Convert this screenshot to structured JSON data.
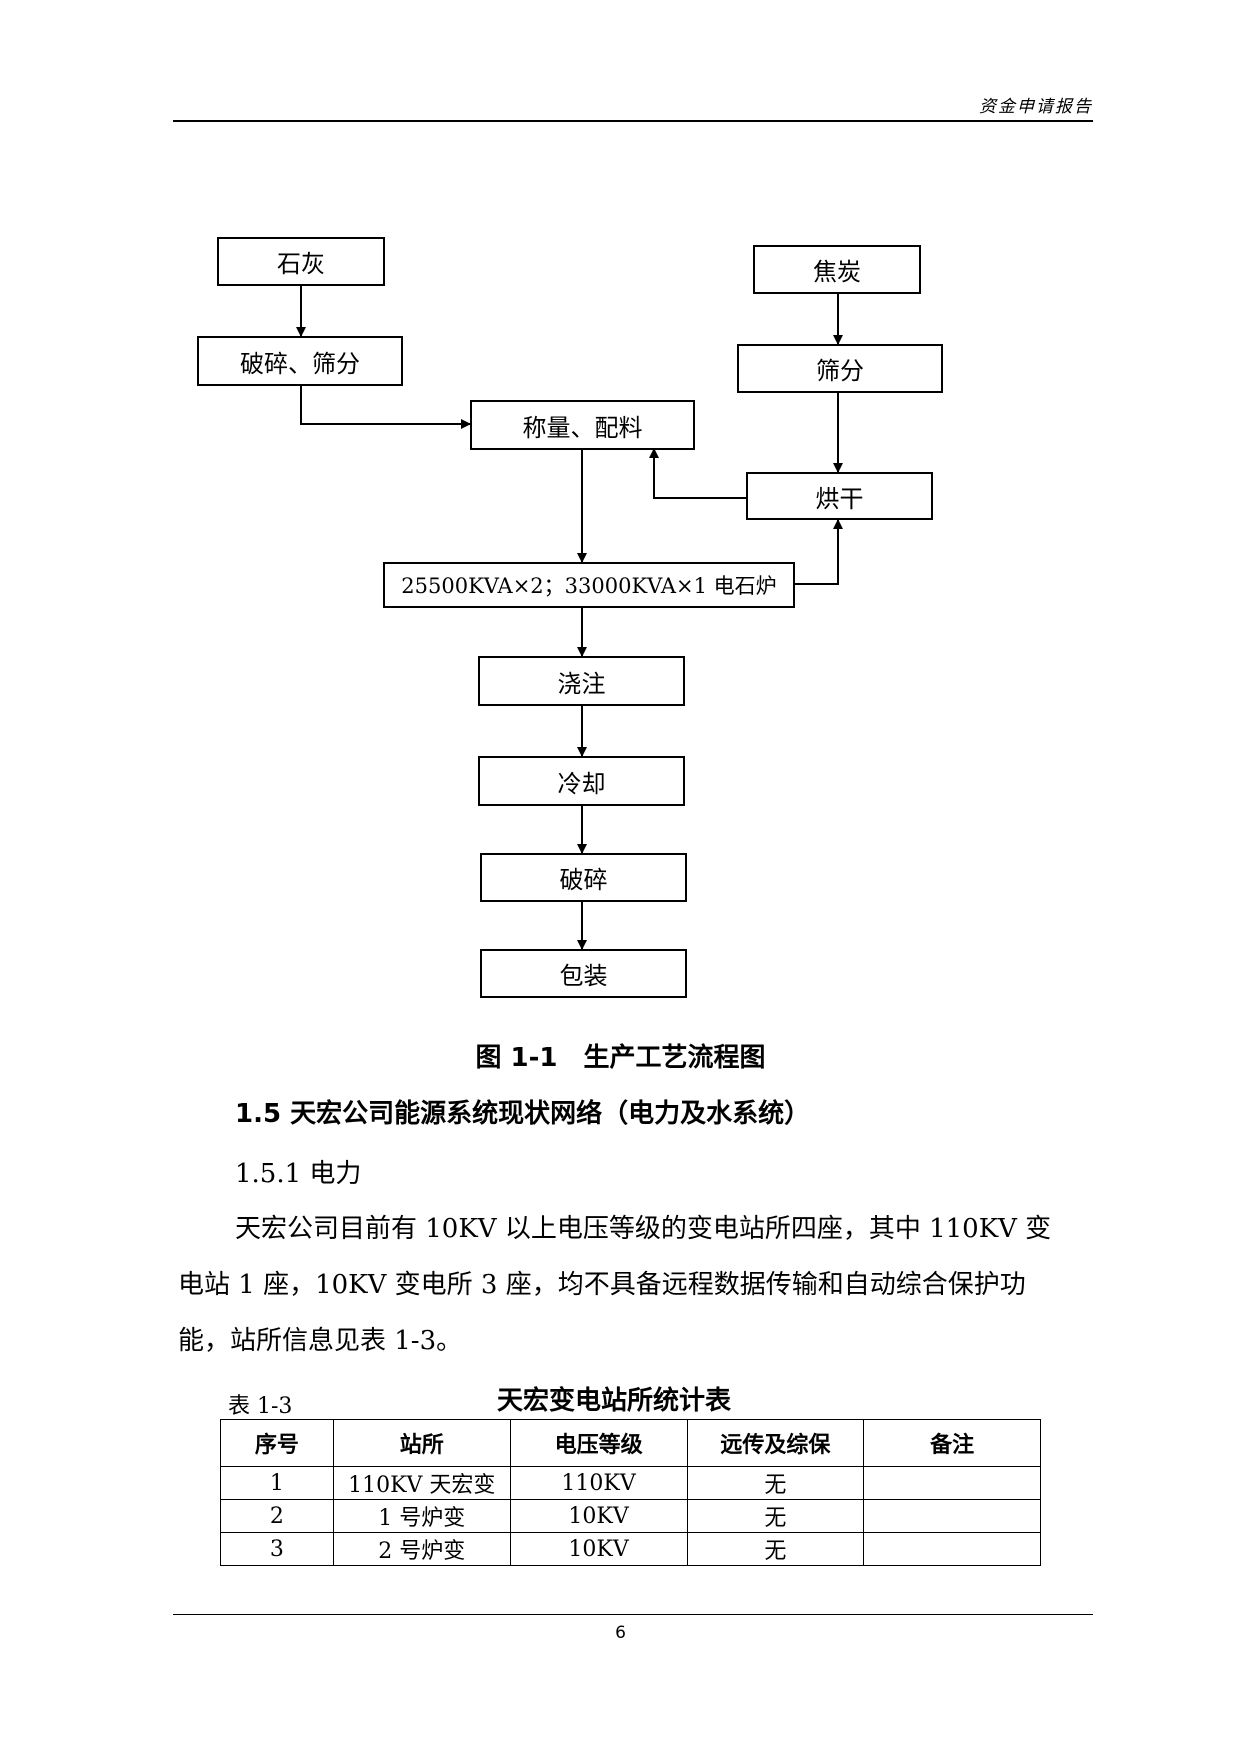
{
  "header": {
    "title": "资金申请报告"
  },
  "flowchart": {
    "nodes": {
      "lime": "石灰",
      "crush_screen": "破碎、筛分",
      "coke": "焦炭",
      "screen": "筛分",
      "weigh_mix": "称量、配料",
      "dry": "烘干",
      "furnace": "25500KVA×2；33000KVA×1 电石炉",
      "pour": "浇注",
      "cool": "冷却",
      "crush": "破碎",
      "pack": "包装"
    }
  },
  "figure": {
    "caption": "图 1-1　生产工艺流程图"
  },
  "section": {
    "heading": "1.5 天宏公司能源系统现状网络（电力及水系统）",
    "subheading": "1.5.1 电力",
    "paragraph_line1": "天宏公司目前有 10KV 以上电压等级的变电站所四座，其中 110KV 变",
    "paragraph_line2": "电站 1 座，10KV 变电所 3 座，均不具备远程数据传输和自动综合保护功",
    "paragraph_line3": "能，站所信息见表 1-3。"
  },
  "table": {
    "label": "表 1-3",
    "title": "天宏变电站所统计表",
    "headers": [
      "序号",
      "站所",
      "电压等级",
      "远传及综保",
      "备注"
    ],
    "rows": [
      [
        "1",
        "110KV 天宏变",
        "110KV",
        "无",
        ""
      ],
      [
        "2",
        "1 号炉变",
        "10KV",
        "无",
        ""
      ],
      [
        "3",
        "2 号炉变",
        "10KV",
        "无",
        ""
      ]
    ]
  },
  "footer": {
    "page": "6"
  }
}
